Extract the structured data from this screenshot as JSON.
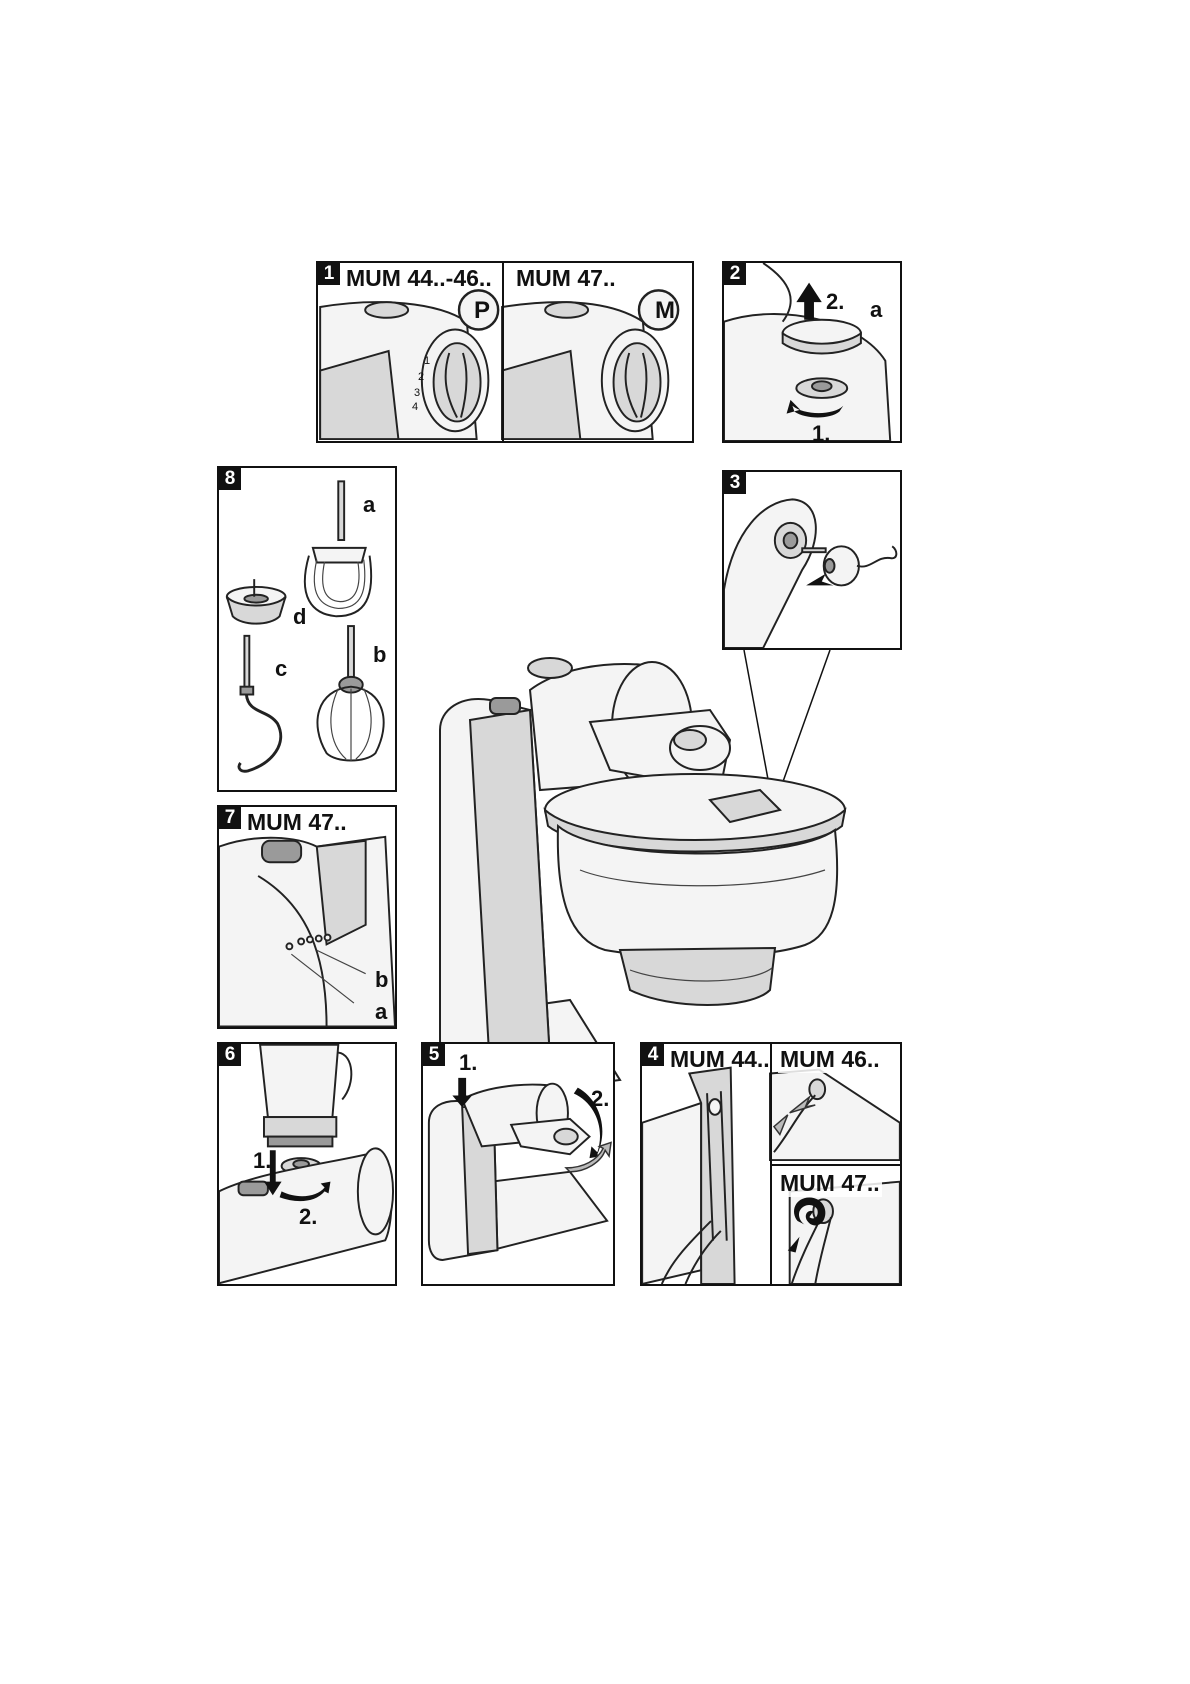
{
  "panels": {
    "p1": {
      "number": "1",
      "left_model": "MUM 44..-46..",
      "right_model": "MUM 47..",
      "left_symbol": "P",
      "right_symbol": "M",
      "dial_marks": [
        "1",
        "2",
        "3",
        "4"
      ]
    },
    "p2": {
      "number": "2",
      "step1": "1.",
      "step2": "2.",
      "label_a": "a"
    },
    "p3": {
      "number": "3"
    },
    "p4": {
      "number": "4",
      "model_a": "MUM 44..",
      "model_b": "MUM 46..",
      "model_c": "MUM 47.."
    },
    "p5": {
      "number": "5",
      "step1": "1.",
      "step2": "2."
    },
    "p6": {
      "number": "6",
      "step1": "1.",
      "step2": "2."
    },
    "p7": {
      "number": "7",
      "model": "MUM 47..",
      "label_a": "a",
      "label_b": "b"
    },
    "p8": {
      "number": "8",
      "label_a": "a",
      "label_b": "b",
      "label_c": "c",
      "label_d": "d"
    }
  },
  "icons": [
    "p-program-icon",
    "m-mode-icon",
    "up-arrow-icon",
    "rotate-arrow-icon",
    "down-arrow-icon"
  ]
}
